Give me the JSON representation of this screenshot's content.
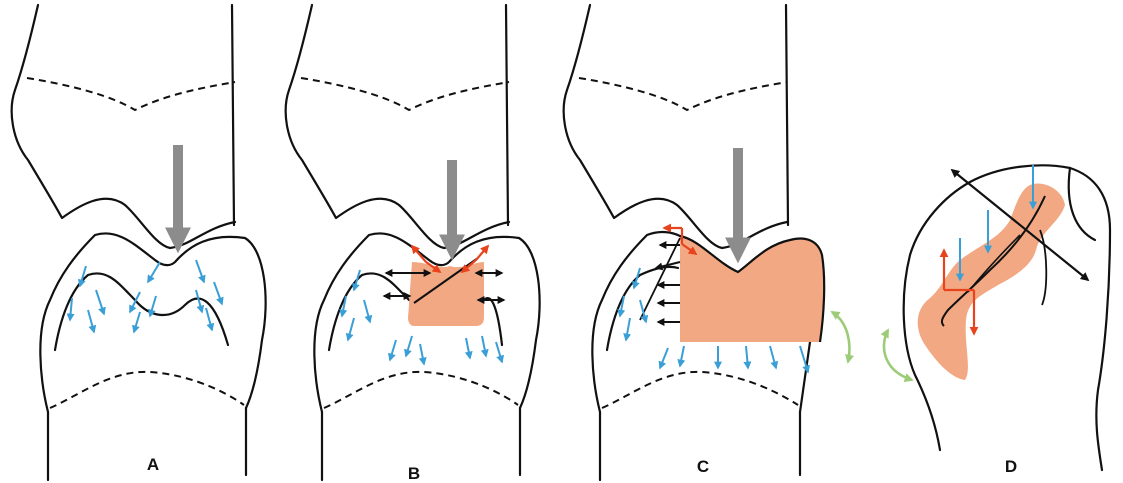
{
  "figure": {
    "panels": [
      {
        "id": "A",
        "label": "A"
      },
      {
        "id": "B",
        "label": "B"
      },
      {
        "id": "C",
        "label": "C"
      },
      {
        "id": "D",
        "label": "D"
      }
    ]
  },
  "colors": {
    "outline": "#111111",
    "load_arrow": "#8c8c8c",
    "stress_arrow": "#3a9fd6",
    "lesion_fill": "#f2a883",
    "lesion_arrow": "#e8431d",
    "lateral_arrow": "#111111",
    "rotation_arrow": "#9ccc78"
  },
  "icons": {
    "load": "gray-down-arrow",
    "stress": "blue-arrow",
    "fracture": "red-arrow",
    "displacement": "black-arrow",
    "rotation": "green-curved-double-arrow"
  }
}
